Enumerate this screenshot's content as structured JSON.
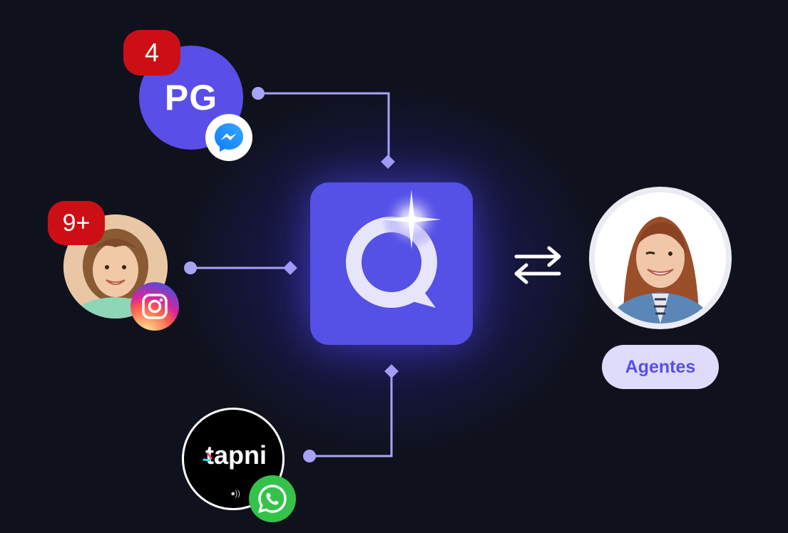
{
  "diagram": {
    "colors": {
      "background": "#0f121c",
      "hub": "#5550e6",
      "connector": "#a7a3f5",
      "badge": "#cc0f14",
      "pill": "#dfdcfb",
      "pill_text": "#5a4ee8"
    },
    "hub": {
      "icon": "chat-bubble-logo-icon"
    },
    "sources": [
      {
        "name": "pg-contact",
        "initials": "PG",
        "badge": "4",
        "channel": "messenger-icon"
      },
      {
        "name": "woman-contact",
        "badge": "9+",
        "channel": "instagram-icon"
      },
      {
        "name": "tapni-contact",
        "brand": "tapni",
        "channel": "whatsapp-icon"
      }
    ],
    "exchange_icon": "bidirectional-arrows-icon",
    "agent": {
      "label": "Agentes"
    }
  }
}
